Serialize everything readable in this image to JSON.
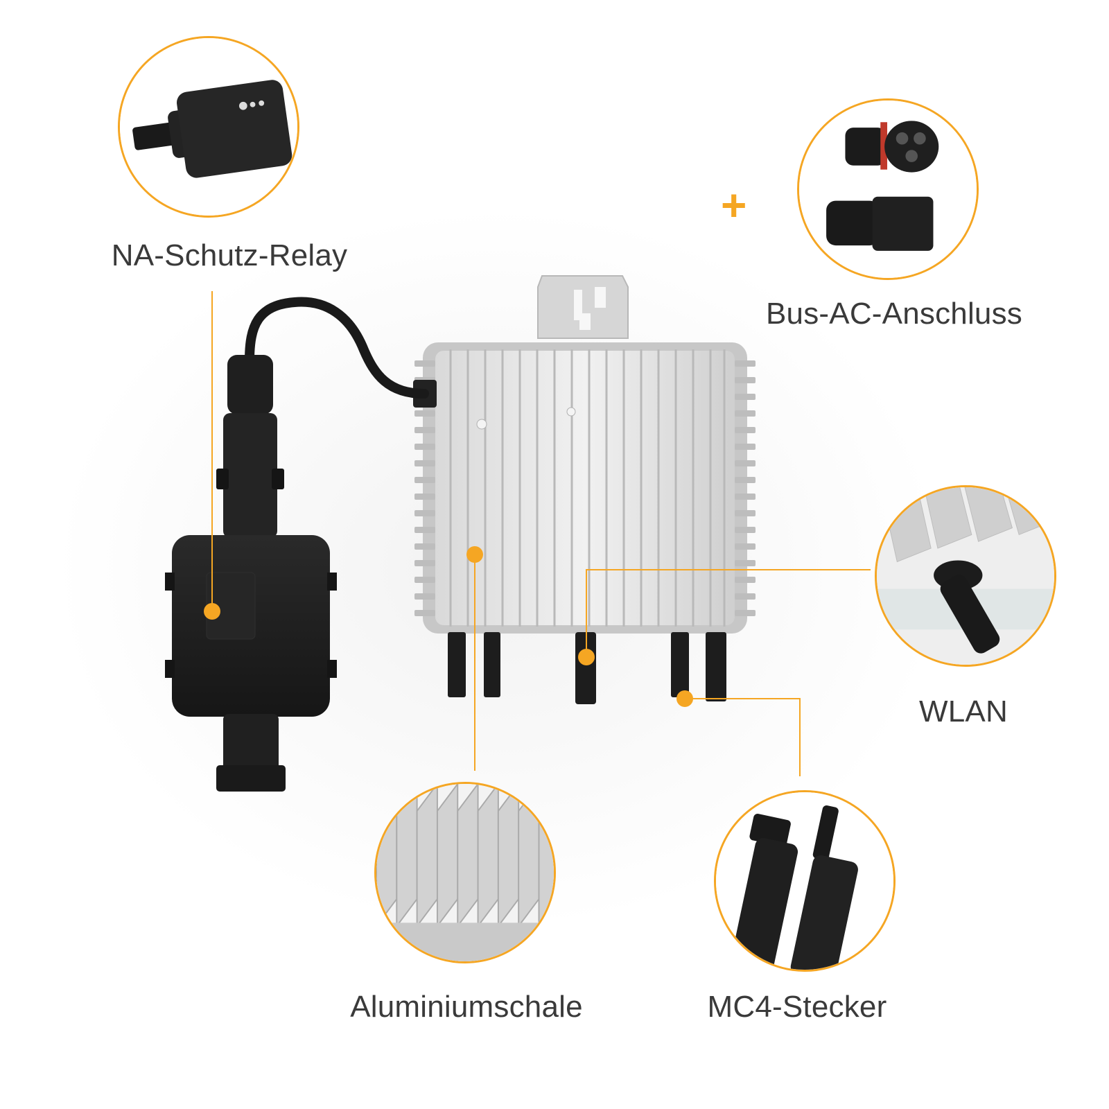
{
  "colors": {
    "accent": "#f5a623",
    "device_black": "#1e1e1e",
    "aluminium_light": "#e6e6e6",
    "aluminium_dark": "#a8a8a8",
    "label_text": "#3a3a3a"
  },
  "labels": {
    "relay": "NA-Schutz-Relay",
    "bus_ac": "Bus-AC-Anschluss",
    "wlan": "WLAN",
    "aluminium": "Aluminiumschale",
    "mc4": "MC4-Stecker"
  },
  "symbols": {
    "plus": "+"
  },
  "icons": {
    "relay_detail": "relay-box-icon",
    "bus_ac_detail": "ac-connector-icon",
    "wlan_detail": "antenna-icon",
    "aluminium_detail": "heatsink-icon",
    "mc4_detail": "mc4-connector-icon"
  }
}
